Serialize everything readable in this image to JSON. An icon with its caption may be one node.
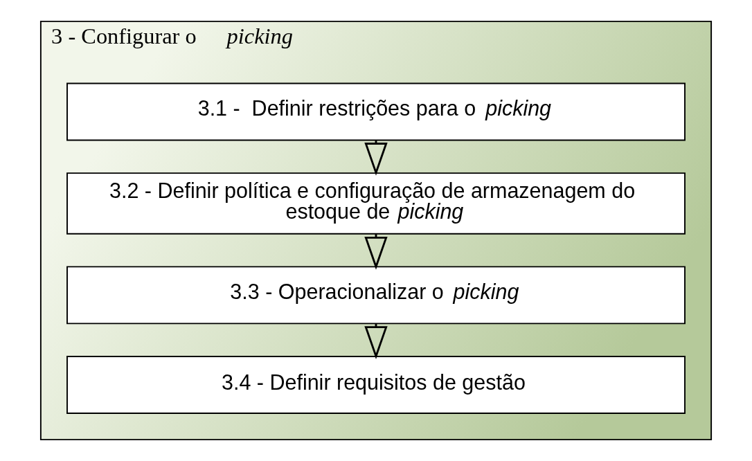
{
  "diagram": {
    "nodes": [
      {
        "text": [
          "3 - Configurar o *picking*"
        ]
      },
      {
        "text": [
          "3.1 -  Definir restrições para o *picking*"
        ],
        "in": 0
      },
      {
        "text": [
          "3.2 - Definir política e configuração de armazenagem do estoque de *picking*"
        ],
        "in": 0
      },
      {
        "text": [
          "3.3 - Operacionalizar o *picking*"
        ],
        "in": 0
      },
      {
        "text": [
          "3.4 - Definir requisitos de gestão"
        ],
        "in": 0
      }
    ],
    "edges": [
      {
        "from": 1,
        "to": 2,
        "arrow": "to"
      },
      {
        "from": 2,
        "to": 3,
        "arrow": "to"
      },
      {
        "from": 3,
        "to": 4,
        "arrow": "to"
      }
    ]
  }
}
